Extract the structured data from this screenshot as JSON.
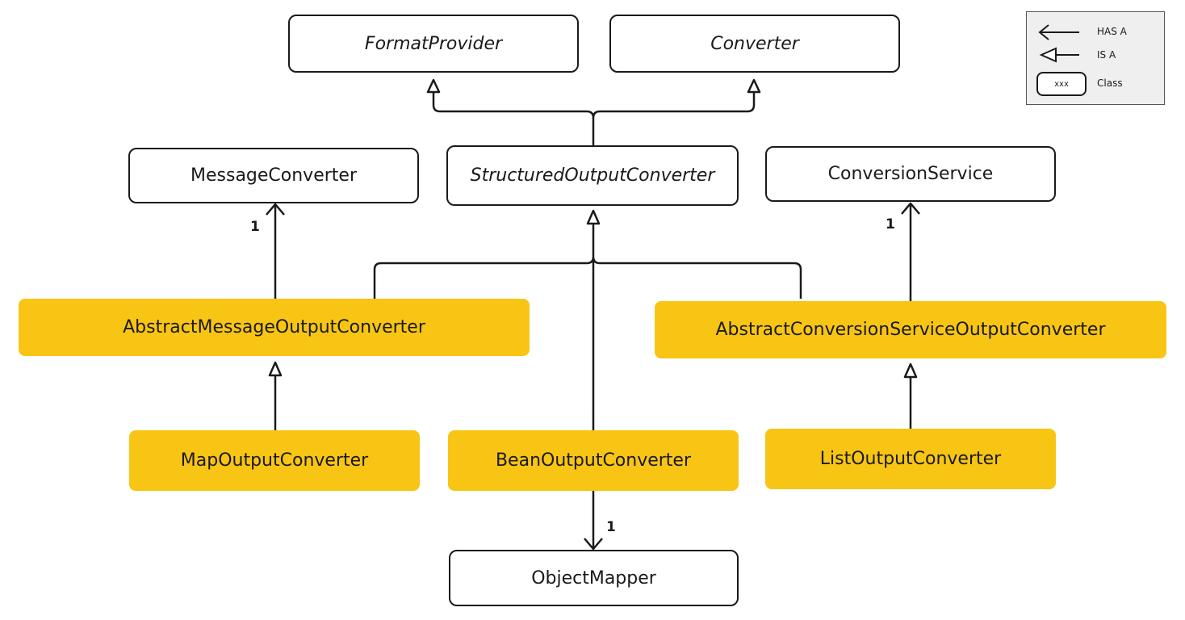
{
  "classes": {
    "format_provider": "FormatProvider",
    "converter": "Converter",
    "message_converter": "MessageConverter",
    "structured_output_converter": "StructuredOutputConverter",
    "conversion_service": "ConversionService",
    "abstract_message_output_converter": "AbstractMessageOutputConverter",
    "abstract_conversion_service_output_converter": "AbstractConversionServiceOutputConverter",
    "map_output_converter": "MapOutputConverter",
    "bean_output_converter": "BeanOutputConverter",
    "list_output_converter": "ListOutputConverter",
    "object_mapper": "ObjectMapper"
  },
  "multiplicities": {
    "message_converter": "1",
    "conversion_service": "1",
    "object_mapper": "1"
  },
  "legend": {
    "has_a": "HAS A",
    "is_a": "IS A",
    "class_sample": "xxx",
    "class_label": "Class"
  },
  "colors": {
    "highlight": "#f8c514",
    "line": "#1a1a1a",
    "legend_bg": "#efefef"
  }
}
